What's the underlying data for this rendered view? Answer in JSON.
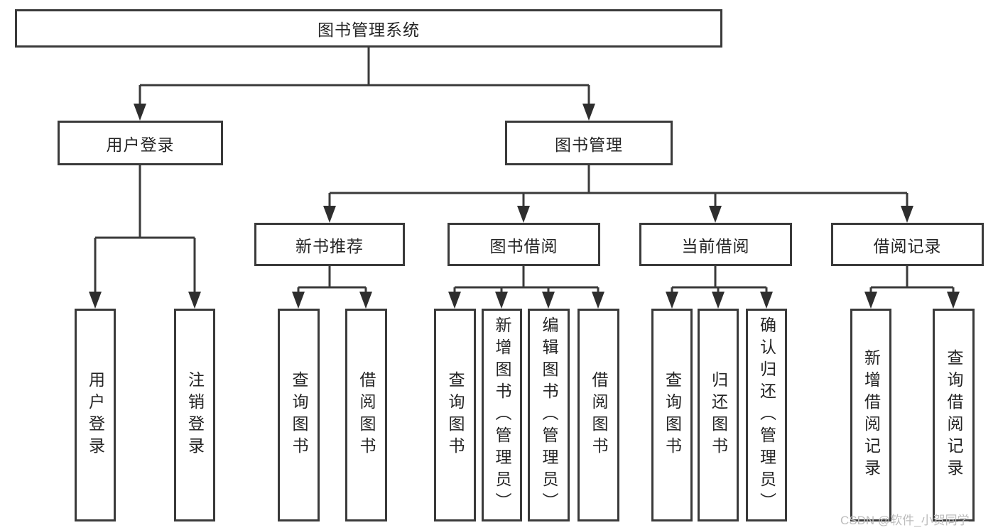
{
  "diagram": {
    "type": "function-structure-tree",
    "root": "图书管理系统",
    "level2": {
      "login": "用户登录",
      "manage": "图书管理"
    },
    "level3": {
      "rec": "新书推荐",
      "borrow": "图书借阅",
      "current": "当前借阅",
      "record": "借阅记录"
    },
    "login_children": [
      "用户登录",
      "注销登录"
    ],
    "rec_children": [
      "查询图书",
      "借阅图书"
    ],
    "borrow_children": [
      "查询图书",
      "新增图书（管理员）",
      "编辑图书（管理员）",
      "借阅图书"
    ],
    "current_children": [
      "查询图书",
      "归还图书",
      "确认归还（管理员）"
    ],
    "record_children": [
      "新增借阅记录",
      "查询借阅记录"
    ]
  },
  "watermark": "CSDN @软件_小贺同学",
  "colors": {
    "line": "#3a3a3a",
    "arrow": "#2e2e2e",
    "text": "#242424",
    "watermark": "#bdbdbd",
    "background": "#ffffff"
  }
}
